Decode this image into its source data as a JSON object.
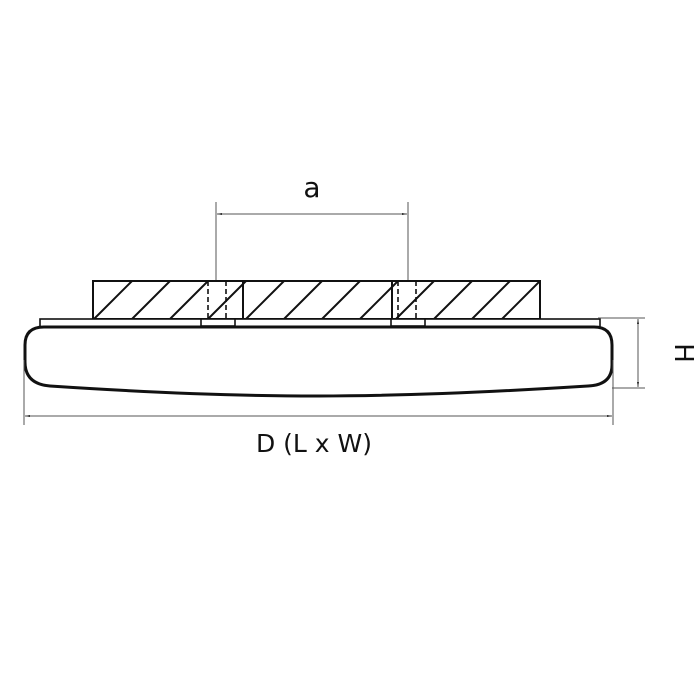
{
  "diagram": {
    "type": "technical-dimension-drawing",
    "subject": "ceiling lamp side view",
    "labels": {
      "mount_spacing": "a",
      "height": "H",
      "diameter": "D (L x W)"
    },
    "colors": {
      "stroke": "#111111",
      "dimension_line": "#555555",
      "background": "#ffffff"
    }
  }
}
